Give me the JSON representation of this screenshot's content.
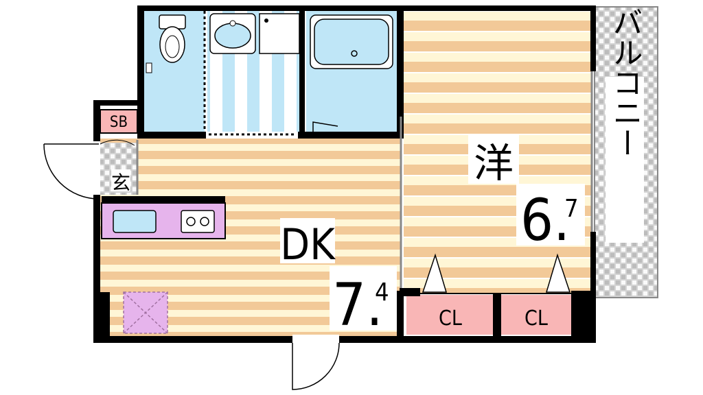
{
  "rooms": {
    "dk": {
      "name": "DK",
      "size_main": "7.",
      "size_sub": "4"
    },
    "western": {
      "name": "洋",
      "size_main": "6.",
      "size_sub": "7"
    }
  },
  "labels": {
    "balcony": "バルコニー",
    "entrance": "玄",
    "shoe_box": "SB",
    "closet_1": "CL",
    "closet_2": "CL"
  },
  "colors": {
    "wall": "#000000",
    "floor_wood": "#f0c896",
    "floor_light": "#fff3cc",
    "wet_area": "#bfe6f7",
    "kitchen": "#e6b4ec",
    "closet": "#f9b6b6",
    "balcony_tile": "#c8c8c8"
  }
}
